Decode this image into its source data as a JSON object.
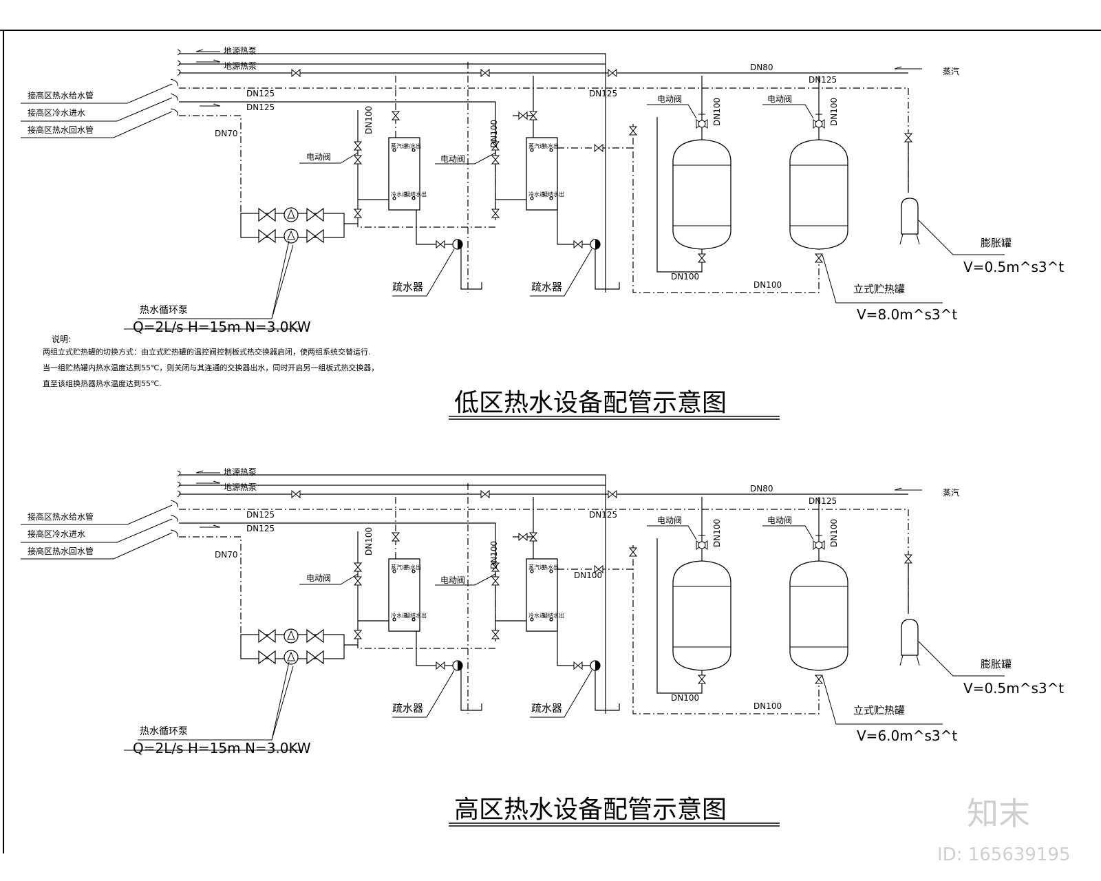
{
  "low": {
    "title": "低区热水设备配管示意图",
    "src_pump_1": "地源热泵",
    "src_pump_2": "地源热泵",
    "dn80": "DN80",
    "steam": "蒸汽",
    "dn125_a": "DN125",
    "dn125_b": "DN125",
    "dn125_c": "DN125",
    "dn125_d": "DN125",
    "supply_pipe": "接高区热水给水管",
    "cold_in": "接高区冷水进水",
    "return_pipe": "接高区热水回水管",
    "dn70": "DN70",
    "dn100_v1": "DN100",
    "dn100_v2": "DN100",
    "dn100_t1": "DN100",
    "dn100_t2": "DN100",
    "dn100_bot1": "DN100",
    "dn100_bot2": "DN100",
    "ev_1": "电动阀",
    "ev_2": "电动阀",
    "ev_3": "电动阀",
    "ev_4": "电动阀",
    "trap_1": "疏水器",
    "trap_2": "疏水器",
    "pump_name": "热水循环泵",
    "pump_spec": "Q=2L/s H=15m N=3.0KW",
    "exp_tank": "膨胀罐",
    "exp_spec": "V=0.5m^s3^t",
    "storage_tank": "立式贮热罐",
    "storage_spec": "V=8.0m^s3^t",
    "hx1": [
      "蒸汽进",
      "热水出",
      "冷水进",
      "凝结水出"
    ],
    "hx2": [
      "蒸汽进",
      "热水出",
      "冷水进",
      "凝结水出"
    ]
  },
  "notes": {
    "heading": "说明:",
    "line1": "两组立式贮热罐的切换方式：由立式贮热罐的温控阀控制板式热交换器启闭，使两组系统交替运行.",
    "line2": "当一组贮热罐内热水温度达到55℃，则关闭与其连通的交换器出水，同时开启另一组板式热交换器，",
    "line3": "直至该组换热器热水温度达到55℃."
  },
  "high": {
    "title": "高区热水设备配管示意图",
    "src_pump_1": "地源热泵",
    "src_pump_2": "地源热泵",
    "dn80": "DN80",
    "steam": "蒸汽",
    "dn125_a": "DN125",
    "dn125_b": "DN125",
    "dn125_c": "DN125",
    "dn125_d": "DN125",
    "supply_pipe": "接高区热水给水管",
    "cold_in": "接高区冷水进水",
    "return_pipe": "接高区热水回水管",
    "dn70": "DN70",
    "dn100_v1": "DN100",
    "dn100_v2": "DN100",
    "dn100_t1": "DN100",
    "dn100_t2": "DN100",
    "dn100_bot1": "DN100",
    "dn100_bot2": "DN100",
    "dn100_mid": "DN100",
    "ev_1": "电动阀",
    "ev_2": "电动阀",
    "ev_3": "电动阀",
    "ev_4": "电动阀",
    "trap_1": "疏水器",
    "trap_2": "疏水器",
    "pump_name": "热水循环泵",
    "pump_spec": "Q=2L/s H=15m N=3.0KW",
    "exp_tank": "膨胀罐",
    "exp_spec": "V=0.5m^s3^t",
    "storage_tank": "立式贮热罐",
    "storage_spec": "V=6.0m^s3^t",
    "hx1": [
      "蒸汽进",
      "热水出",
      "冷水进",
      "凝结水出"
    ],
    "hx2": [
      "蒸汽进",
      "热水出",
      "冷水进",
      "凝结水出"
    ]
  },
  "watermark": {
    "logo": "知末",
    "id": "ID: 165639195"
  }
}
